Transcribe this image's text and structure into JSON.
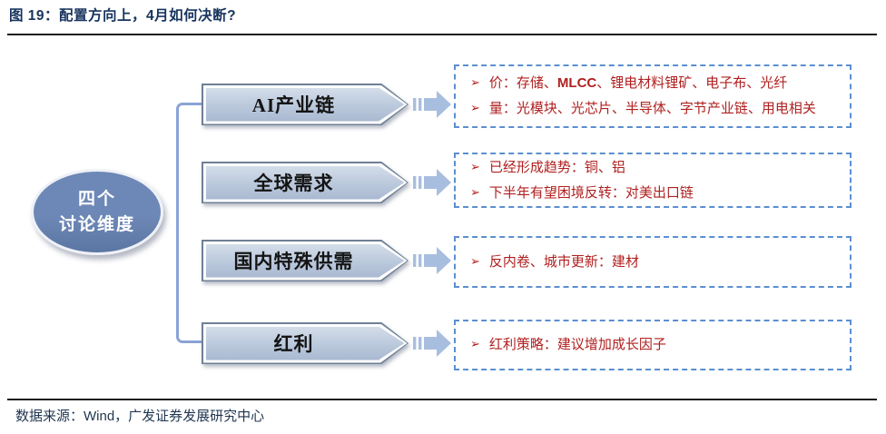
{
  "title": "图 19：配置方向上，4月如何决断?",
  "source": "数据来源：Wind，广发证券发展研究中心",
  "hub": {
    "line1": "四个",
    "line2": "讨论维度"
  },
  "bullet_icon": "➢",
  "rows": [
    {
      "label": "AI产业链",
      "bullets": [
        [
          {
            "text": "价：存储、",
            "bold": false
          },
          {
            "text": "MLCC",
            "bold": true
          },
          {
            "text": "、锂电材料锂矿、电子布、光纤",
            "bold": false
          }
        ],
        [
          {
            "text": "量：光模块、光芯片、半导体、字节产业链、用电相关",
            "bold": false
          }
        ]
      ]
    },
    {
      "label": "全球需求",
      "bullets": [
        [
          {
            "text": "已经形成趋势：铜、铝",
            "bold": false
          }
        ],
        [
          {
            "text": "下半年有望困境反转：对美出口链",
            "bold": false
          }
        ]
      ]
    },
    {
      "label": "国内特殊供需",
      "bullets": [
        [
          {
            "text": "反内卷、城市更新：建材",
            "bold": false
          }
        ]
      ]
    },
    {
      "label": "红利",
      "bullets": [
        [
          {
            "text": "红利策略：建议增加成长因子",
            "bold": false
          }
        ]
      ]
    }
  ],
  "colors": {
    "title_navy": "#16335e",
    "rule_dark": "#1c1c1c",
    "red_text": "#b02020",
    "dashed_blue": "#5b8fd0",
    "hub_fill": "#6d88b6",
    "hub_fill_dark": "#5c76a3",
    "hub_border": "#eef1f7",
    "pent_light": "#d3dde9",
    "pent_mid": "#bac8dc",
    "pent_dark": "#a9b9d1",
    "pent_border": "#6f8096",
    "connector_blue": "#8ba3d6",
    "arrow_blue": "#a8bedf",
    "label_black": "#141414",
    "source_navy": "#1f3550"
  }
}
